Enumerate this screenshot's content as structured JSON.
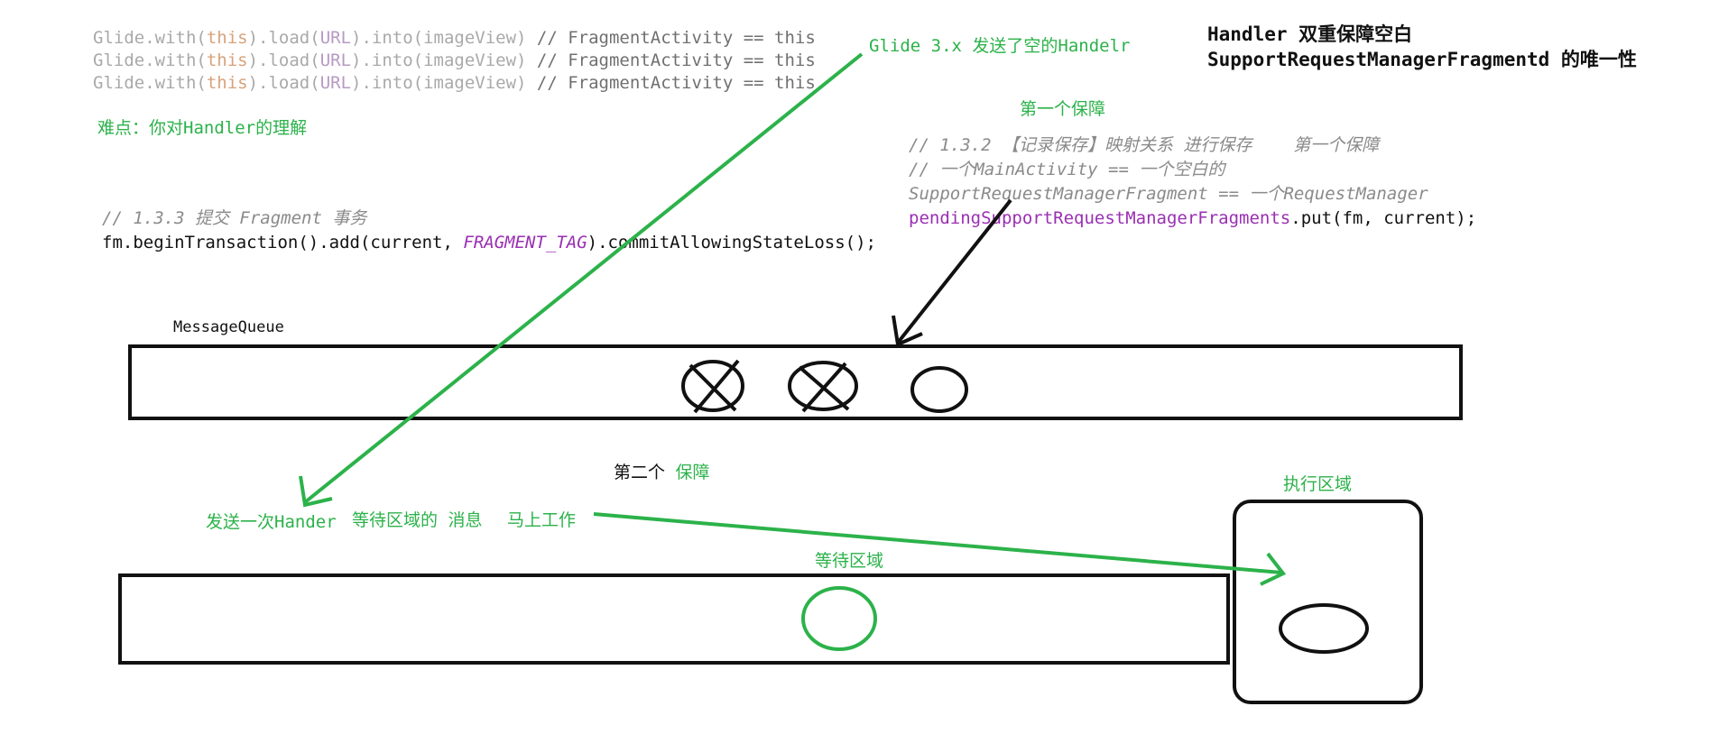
{
  "code_top": {
    "glide_lines": [
      {
        "a": "Glide.with(",
        "kw": "this",
        "b": ").load(",
        "url": "URL",
        "c": ").into(imageView) ",
        "cm": "// FragmentActivity == this"
      },
      {
        "a": "Glide.with(",
        "kw": "this",
        "b": ").load(",
        "url": "URL",
        "c": ").into(imageView) ",
        "cm": "// FragmentActivity == this"
      },
      {
        "a": "Glide.with(",
        "kw": "this",
        "b": ").load(",
        "url": "URL",
        "c": ").into(imageView) ",
        "cm": "// FragmentActivity == this"
      }
    ],
    "difficulty": "难点：你对Handler的理解"
  },
  "commit_code": {
    "comment": "// 1.3.3 提交 Fragment 事务",
    "line_a": "fm.beginTransaction().add(current, ",
    "line_tag": "FRAGMENT_TAG",
    "line_b": ").commitAllowingStateLoss();"
  },
  "labels": {
    "glide3x": "Glide 3.x 发送了空的Handelr",
    "title_line1": "Handler 双重保障空白",
    "title_line2": "SupportRequestManagerFragmentd 的唯一性",
    "first_guarantee": "第一个保障",
    "message_queue": "MessageQueue",
    "second_prefix": "第二个",
    "second_suffix": "保障",
    "send_once": "发送一次Hander",
    "wait_msg": "等待区域的 消息",
    "work_now": "马上工作",
    "exec_area": "执行区域",
    "wait_area": "等待区域"
  },
  "record_code": {
    "comment1": "// 1.3.2 【记录保存】映射关系 进行保存    第一个保障",
    "comment2": "// 一个MainActivity == 一个空白的",
    "comment3": "SupportRequestManagerFragment == 一个RequestManager",
    "put_purple": "pendingSupportRequestManagerFragments",
    "put_rest": ".put(fm, current);"
  },
  "colors": {
    "green": "#2cb24a",
    "black": "#111111",
    "purple": "#9a2fb3"
  }
}
